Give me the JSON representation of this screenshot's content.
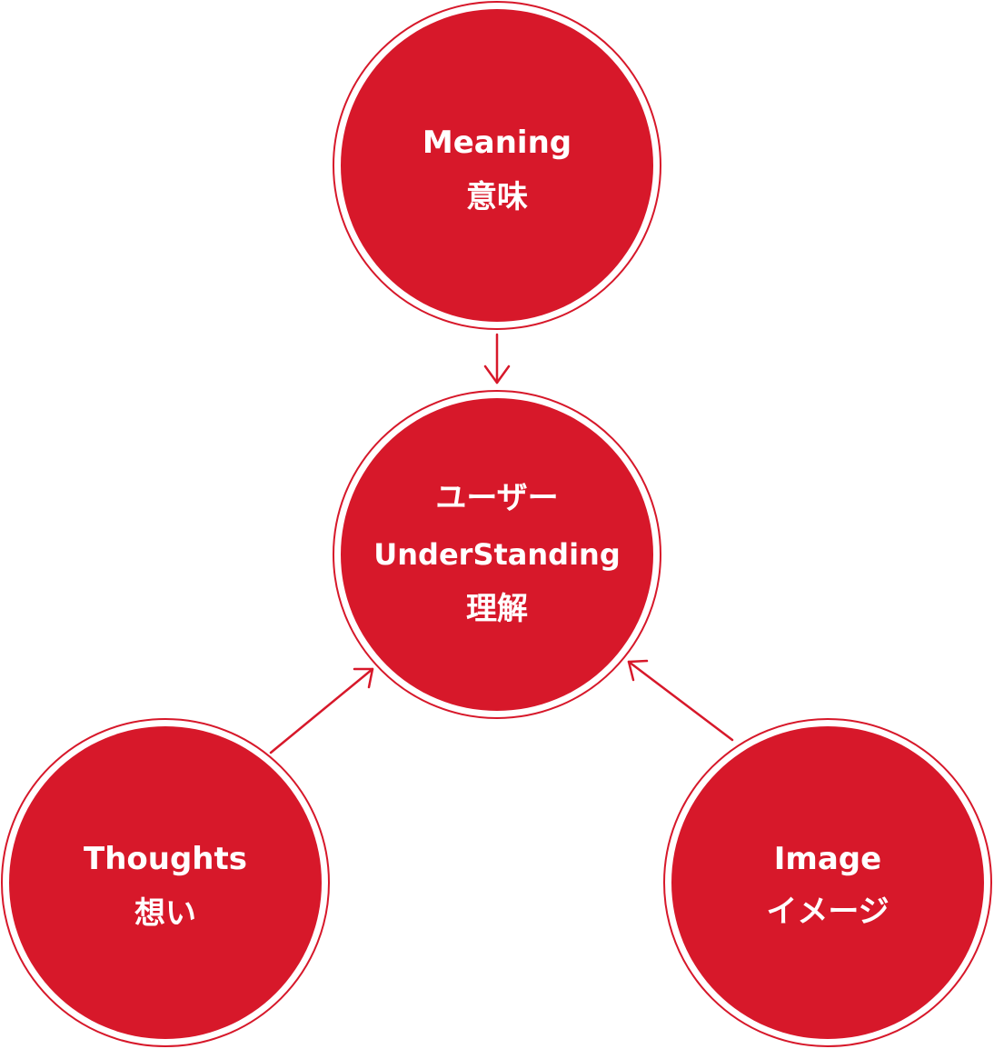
{
  "nodes": {
    "meaning": {
      "lines": [
        "Meaning",
        "意味"
      ]
    },
    "understanding": {
      "lines": [
        "ユーザー",
        "UnderStanding",
        "理解"
      ]
    },
    "thoughts": {
      "lines": [
        "Thoughts",
        "想い"
      ]
    },
    "image": {
      "lines": [
        "Image",
        "イメージ"
      ]
    }
  },
  "colors": {
    "accent": "#d7182a",
    "text": "#ffffff"
  }
}
